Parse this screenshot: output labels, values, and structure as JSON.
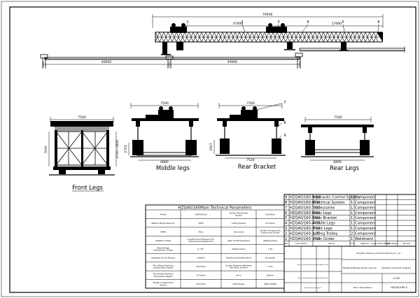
{
  "elevation": {
    "overall_dim": "70048",
    "span_dim": "47000",
    "cantilever_dim": "17000",
    "bottom_left_dim": "40000",
    "bottom_right_dim": "40000",
    "balloons": [
      "1",
      "2",
      "3",
      "4",
      "5",
      "6"
    ]
  },
  "views": {
    "front": {
      "label": "Front Legs",
      "width_dim": "7500",
      "height_dim_left": "7000",
      "height_dim_right": "4700~1800"
    },
    "middle": {
      "label": "Middle legs",
      "width_dim": "7500",
      "base_dim": "6800",
      "height_dim": "2701"
    },
    "rear_bracket": {
      "label": "Rear Bracket",
      "width_dim": "7500",
      "base_dim": "7516",
      "height_dim": "2907"
    },
    "rear": {
      "label": "Rear Legs",
      "width_dim": "7500",
      "base_dim": "6800"
    },
    "balloons": [
      "7",
      "8",
      "9"
    ]
  },
  "params": {
    "title": "HZQ40/160Main Technical Parameters",
    "rows": [
      [
        "Model",
        "HZQ40/160",
        "Trolley Transverse Speed",
        "5.6m/min"
      ],
      [
        "Rated Lifting Capacity",
        "160T",
        "Lifting Speed",
        "0.7m/min"
      ],
      [
        "SPAN",
        "40m",
        "Structure",
        "Double Honeycomb Continuous Girder"
      ],
      [
        "Adaptive Slope",
        "Longitudinal Slope≤1.5% Transverse Slope≤1.5%",
        "Type of Striding Piers",
        "Walking Type"
      ],
      [
        "Skew Bridge Intersection Angle",
        "0~45°",
        "Safety Factor",
        "1.25"
      ],
      [
        "Adaptive Curve Radius",
        "≥400m",
        "Working Allowable Wind",
        "6b grade"
      ],
      [
        "The Whole Machine Longitudinal Speed",
        "4.6m/min",
        "Center Distance Between Two Main Girders",
        "7.5m"
      ],
      [
        "The Whole Machine Transverse Speed",
        "3.7m/min",
        "Error",
        "≤5mm"
      ],
      [
        "Trolley Longitudinal Speed",
        "4.6m/min",
        "Total Power",
        "46kw PRHM"
      ]
    ]
  },
  "bom": {
    "rows": [
      [
        "9",
        "HZQ40/160-9-00",
        "Hydraulic Control System",
        "1",
        "Component"
      ],
      [
        "8",
        "HZQ40/160-8-00",
        "Electrical System",
        "1",
        "Component"
      ],
      [
        "7",
        "HZQ40/160-7-00",
        "Accessories",
        "1",
        "Component"
      ],
      [
        "6",
        "HZQ40/160-6-00",
        "Rear Legs",
        "1",
        "Component"
      ],
      [
        "5",
        "HZQ40/160-5-00",
        "Rear Bracket",
        "1",
        "Component"
      ],
      [
        "4",
        "HZQ40/160-4-00",
        "Middle Legs",
        "1",
        "Component"
      ],
      [
        "3",
        "HZQ40/160-3-00",
        "Front Legs",
        "1",
        "Component"
      ],
      [
        "2",
        "HZQ40/160-2-00",
        "Lifting Trolley",
        "2",
        "Component"
      ],
      [
        "1",
        "HZQ40/160-1-00",
        "Main Girder",
        "1",
        "Weldment"
      ]
    ],
    "headers": [
      "No.",
      "Code Name",
      "Name",
      "Unit",
      "Material",
      "Single Piece Weight",
      "Total Weight",
      "Remark"
    ]
  },
  "title_block": {
    "company": "Zhengzhou Huazhong Construction Machinery Co., Ltd.",
    "drawing_title": "HZQ40/160Bridge Girder Launcher",
    "subtitle": "Assembly Schematic Diagram",
    "drawing_no": "HZQ40/160-0",
    "scale": "1:220",
    "sheet_info": "Total 1 Sheet   Sheet 1",
    "tiny_left": "Tag  Count  Partition  Document No.  Signature  Date",
    "tiny_row2": "Design  Standardization  Stage Mark  Weight  Scale",
    "tiny_row3": "Proofread  Process  Approve"
  }
}
